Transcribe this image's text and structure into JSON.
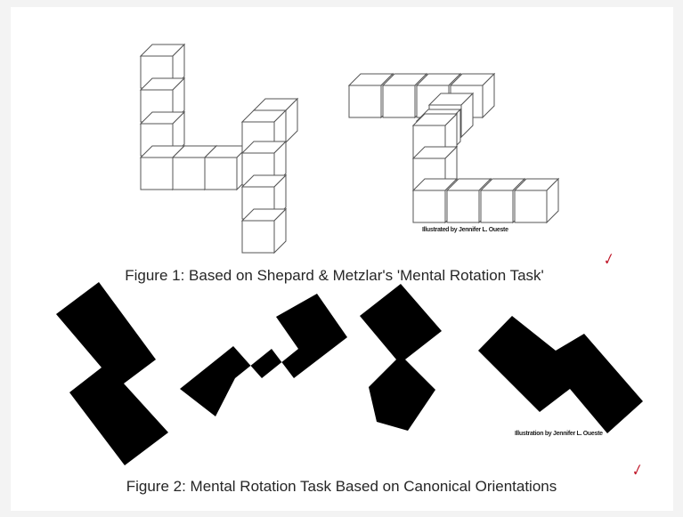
{
  "figure1": {
    "caption": "Figure 1: Based on Shepard & Metzlar's 'Mental Rotation Task'",
    "credit": "Illustrated by Jennifer L. Oueste"
  },
  "figure2": {
    "caption": "Figure 2: Mental Rotation Task Based on Canonical Orientations",
    "credit": "Illustration by Jennifer L. Oueste"
  },
  "annotations": {
    "mark1": "✓",
    "mark2": "✓"
  },
  "colors": {
    "ink": "#000000",
    "caption": "#262626",
    "annotation": "#c0192b",
    "background": "#ffffff"
  }
}
